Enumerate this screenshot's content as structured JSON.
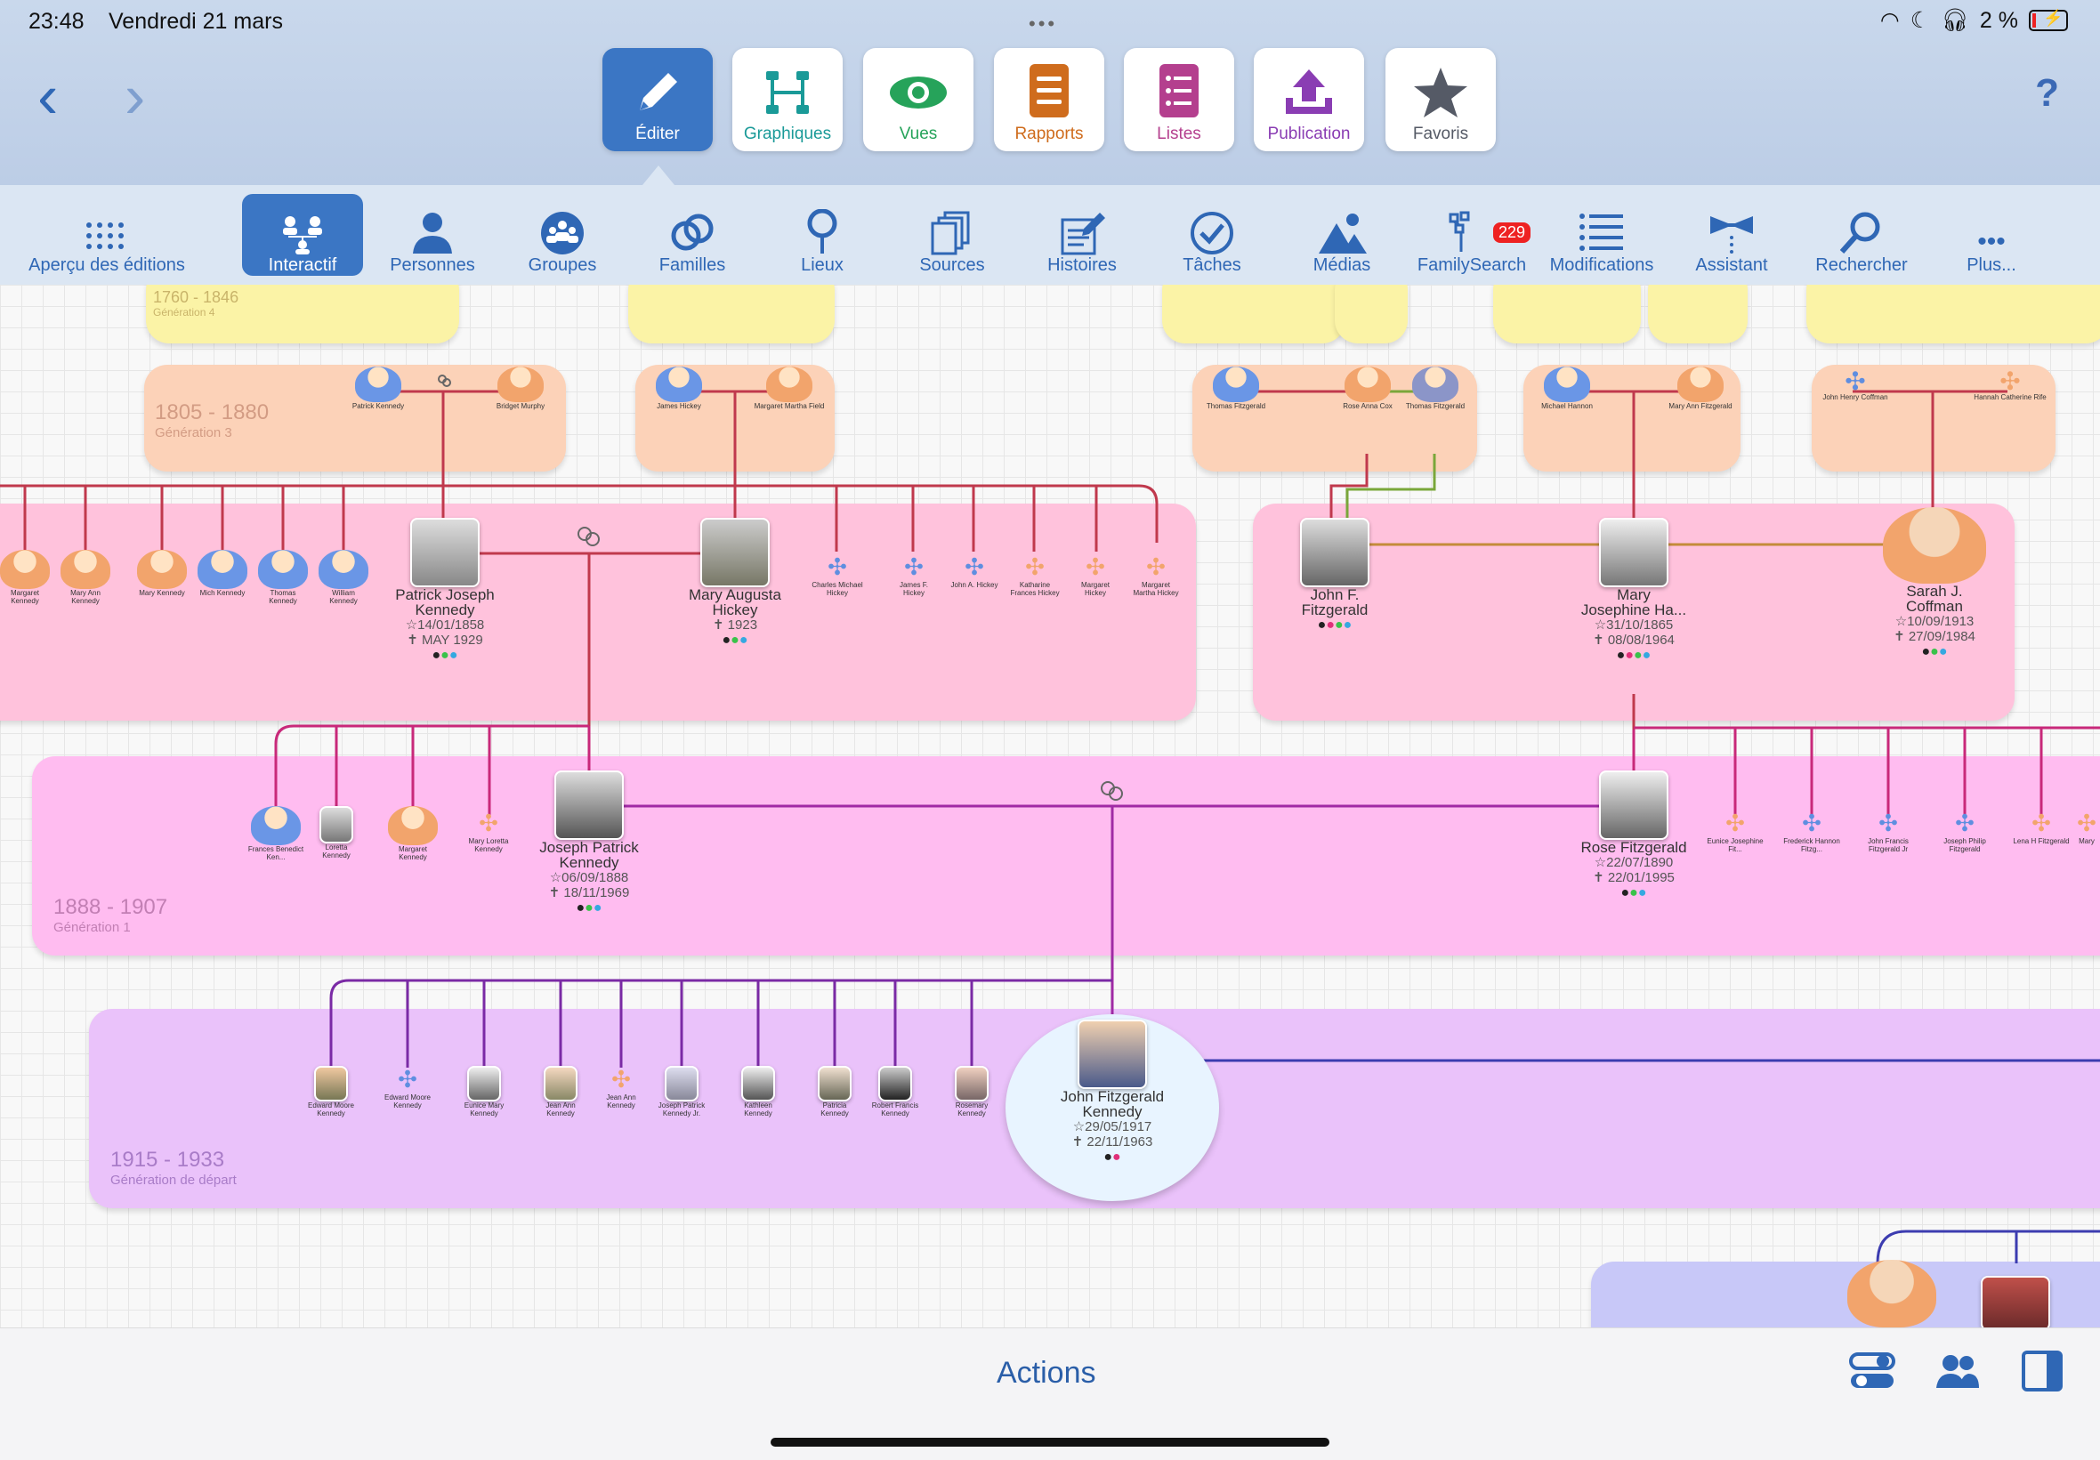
{
  "status": {
    "time": "23:48",
    "date": "Vendredi 21 mars",
    "battery": "2 %"
  },
  "tiles": [
    {
      "label": "Éditer",
      "icon": "pencil-icon",
      "color": "#ffffff"
    },
    {
      "label": "Graphiques",
      "icon": "chart-icon",
      "color": "#1a9a98"
    },
    {
      "label": "Vues",
      "icon": "eye-icon",
      "color": "#26a35a"
    },
    {
      "label": "Rapports",
      "icon": "report-icon",
      "color": "#cf6c1d"
    },
    {
      "label": "Listes",
      "icon": "list-icon",
      "color": "#b43f8e"
    },
    {
      "label": "Publication",
      "icon": "upload-icon",
      "color": "#8a3db3"
    },
    {
      "label": "Favoris",
      "icon": "star-icon",
      "color": "#555a66"
    }
  ],
  "help": "?",
  "toolbar": [
    {
      "label": "Aperçu des éditions"
    },
    {
      "label": "Interactif"
    },
    {
      "label": "Personnes"
    },
    {
      "label": "Groupes"
    },
    {
      "label": "Familles"
    },
    {
      "label": "Lieux"
    },
    {
      "label": "Sources"
    },
    {
      "label": "Histoires"
    },
    {
      "label": "Tâches"
    },
    {
      "label": "Médias"
    },
    {
      "label": "FamilySearch",
      "badge": "229"
    },
    {
      "label": "Modifications"
    },
    {
      "label": "Assistant"
    },
    {
      "label": "Rechercher"
    },
    {
      "label": "Plus..."
    }
  ],
  "generations": {
    "g4": {
      "years": "1760 - 1846",
      "label": "Génération 4"
    },
    "g3": {
      "years": "1805 - 1880",
      "label": "Génération 3"
    },
    "g1": {
      "years": "1888 - 1907",
      "label": "Génération 1"
    },
    "g0": {
      "years": "1915 - 1933",
      "label": "Génération de départ"
    }
  },
  "people": {
    "patrick": {
      "name1": "Patrick Joseph",
      "name2": "Kennedy",
      "birth": "☆14/01/1858",
      "death": "✝ MAY 1929"
    },
    "maryaugusta": {
      "name1": "Mary Augusta",
      "name2": "Hickey",
      "birth": "✝ 1923"
    },
    "johnf": {
      "name1": "John F.",
      "name2": "Fitzgerald"
    },
    "maryjo": {
      "name1": "Mary",
      "name2": "Josephine Ha...",
      "birth": "☆31/10/1865",
      "death": "✝ 08/08/1964"
    },
    "sarah": {
      "name1": "Sarah J.",
      "name2": "Coffman",
      "birth": "☆10/09/1913",
      "death": "✝ 27/09/1984"
    },
    "joseph": {
      "name1": "Joseph Patrick",
      "name2": "Kennedy",
      "birth": "☆06/09/1888",
      "death": "✝ 18/11/1969"
    },
    "rose": {
      "name1": "Rose Fitzgerald",
      "birth": "☆22/07/1890",
      "death": "✝ 22/01/1995"
    },
    "jfk": {
      "name1": "John Fitzgerald",
      "name2": "Kennedy",
      "birth": "☆29/05/1917",
      "death": "✝ 22/11/1963"
    }
  },
  "gen2_small": [
    {
      "name": "Margaret Kennedy"
    },
    {
      "name": "Mary Ann Kennedy"
    },
    {
      "name": "Mary Kennedy"
    },
    {
      "name": "Mich Kennedy"
    },
    {
      "name": "Thomas Kennedy"
    },
    {
      "name": "William Kennedy"
    }
  ],
  "hickey_small": [
    {
      "name": "Charles Michael Hickey"
    },
    {
      "name": "James F. Hickey"
    },
    {
      "name": "John A. Hickey"
    },
    {
      "name": "Katharine Frances Hickey"
    },
    {
      "name": "Margaret Hickey"
    },
    {
      "name": "Margaret Martha Hickey"
    }
  ],
  "gen1_small_left": [
    {
      "name": "Frances Benedict Ken..."
    },
    {
      "name": "Loretta Kennedy"
    },
    {
      "name": "Margaret Kennedy"
    },
    {
      "name": "Mary Loretta Kennedy"
    }
  ],
  "gen1_small_right": [
    {
      "name": "Eunice Josephine Fit..."
    },
    {
      "name": "Frederick Hannon Fitzg..."
    },
    {
      "name": "John Francis Fitzgerald Jr"
    },
    {
      "name": "Joseph Philip Fitzgerald"
    },
    {
      "name": "Lena H Fitzgerald"
    },
    {
      "name": "Mary"
    }
  ],
  "gen0_small": [
    {
      "name": "Edward Moore Kennedy"
    },
    {
      "name": "Edward Moore Kennedy"
    },
    {
      "name": "Eunice Mary Kennedy"
    },
    {
      "name": "Jean Ann Kennedy"
    },
    {
      "name": "Jean Ann Kennedy"
    },
    {
      "name": "Joseph Patrick Kennedy Jr."
    },
    {
      "name": "Kathleen Kennedy"
    },
    {
      "name": "Patricia Kennedy"
    },
    {
      "name": "Robert Francis Kennedy"
    },
    {
      "name": "Rosemary Kennedy"
    }
  ],
  "gen3_people": [
    {
      "name": "Patrick Kennedy"
    },
    {
      "name": "Bridget Murphy"
    },
    {
      "name": "James Hickey"
    },
    {
      "name": "Margaret Martha Field"
    },
    {
      "name": "Thomas Fitzgerald"
    },
    {
      "name": "Rose Anna Cox"
    },
    {
      "name": "Thomas Fitzgerald"
    },
    {
      "name": "Michael Hannon"
    },
    {
      "name": "Mary Ann Fitzgerald"
    },
    {
      "name": "John Henry Coffman"
    },
    {
      "name": "Hannah Catherine Rife"
    }
  ],
  "bottom": {
    "actions": "Actions"
  }
}
